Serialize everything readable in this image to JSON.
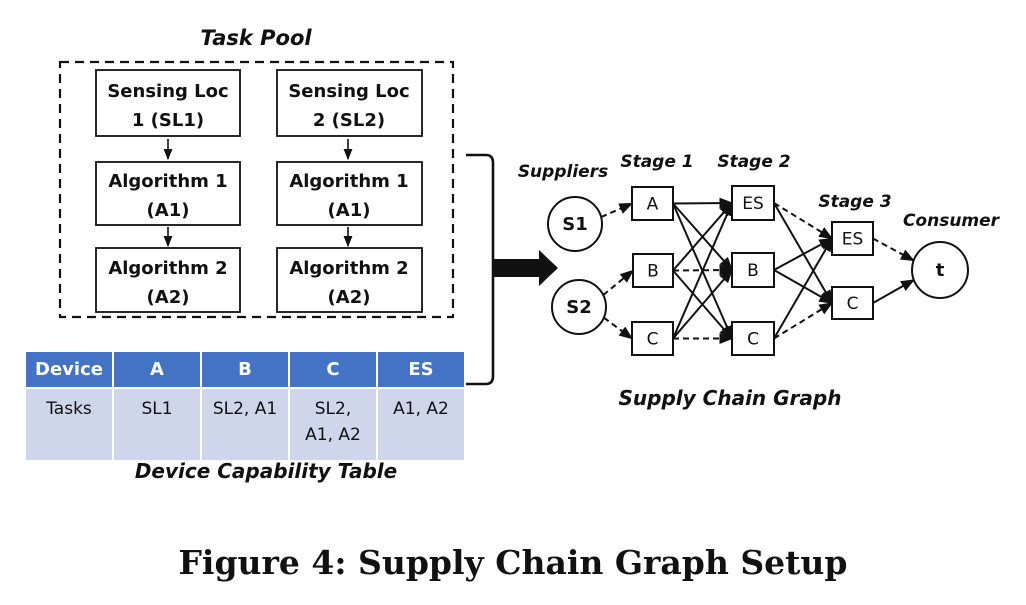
{
  "task_pool": {
    "title": "Task Pool",
    "columns": [
      {
        "tasks": [
          {
            "line1": "Sensing Loc",
            "line2": "1 (SL1)"
          },
          {
            "line1": "Algorithm 1",
            "line2": "(A1)"
          },
          {
            "line1": "Algorithm 2",
            "line2": "(A2)"
          }
        ]
      },
      {
        "tasks": [
          {
            "line1": "Sensing Loc",
            "line2": "2 (SL2)"
          },
          {
            "line1": "Algorithm 1",
            "line2": "(A1)"
          },
          {
            "line1": "Algorithm 2",
            "line2": "(A2)"
          }
        ]
      }
    ]
  },
  "capability_table": {
    "title": "Device Capability Table",
    "headers": [
      "Device",
      "A",
      "B",
      "C",
      "ES"
    ],
    "row": {
      "label": "Tasks",
      "cells": [
        {
          "line1": "SL1",
          "line2": ""
        },
        {
          "line1": "SL2, A1",
          "line2": ""
        },
        {
          "line1": "SL2,",
          "line2": "A1, A2"
        },
        {
          "line1": "A1, A2",
          "line2": ""
        }
      ]
    },
    "colors": {
      "header_bg": "#4472C4",
      "body_bg": "#CFD5EA"
    }
  },
  "graph": {
    "title": "Supply Chain Graph",
    "labels": {
      "suppliers": "Suppliers",
      "stage1": "Stage 1",
      "stage2": "Stage 2",
      "stage3": "Stage 3",
      "consumer": "Consumer"
    },
    "nodes": {
      "S1": "S1",
      "S2": "S2",
      "A1": "A",
      "B1": "B",
      "C1": "C",
      "ES2": "ES",
      "B2": "B",
      "C2": "C",
      "ES3": "ES",
      "C3": "C",
      "t": "t"
    },
    "edges": [
      {
        "from": "S1",
        "to": "A1",
        "style": "dashed"
      },
      {
        "from": "S2",
        "to": "B1",
        "style": "dashed"
      },
      {
        "from": "S2",
        "to": "C1",
        "style": "dashed"
      },
      {
        "from": "A1",
        "to": "ES2",
        "style": "solid"
      },
      {
        "from": "A1",
        "to": "B2",
        "style": "solid"
      },
      {
        "from": "A1",
        "to": "C2",
        "style": "solid"
      },
      {
        "from": "B1",
        "to": "ES2",
        "style": "solid"
      },
      {
        "from": "B1",
        "to": "B2",
        "style": "dashed"
      },
      {
        "from": "B1",
        "to": "C2",
        "style": "solid"
      },
      {
        "from": "C1",
        "to": "ES2",
        "style": "solid"
      },
      {
        "from": "C1",
        "to": "B2",
        "style": "solid"
      },
      {
        "from": "C1",
        "to": "C2",
        "style": "dashed"
      },
      {
        "from": "ES2",
        "to": "ES3",
        "style": "dashed"
      },
      {
        "from": "ES2",
        "to": "C3",
        "style": "solid"
      },
      {
        "from": "B2",
        "to": "ES3",
        "style": "solid"
      },
      {
        "from": "B2",
        "to": "C3",
        "style": "solid"
      },
      {
        "from": "C2",
        "to": "ES3",
        "style": "solid"
      },
      {
        "from": "C2",
        "to": "C3",
        "style": "dashed"
      },
      {
        "from": "ES3",
        "to": "t",
        "style": "dashed"
      },
      {
        "from": "C3",
        "to": "t",
        "style": "solid"
      }
    ]
  },
  "caption": "Figure 4: Supply Chain Graph Setup"
}
